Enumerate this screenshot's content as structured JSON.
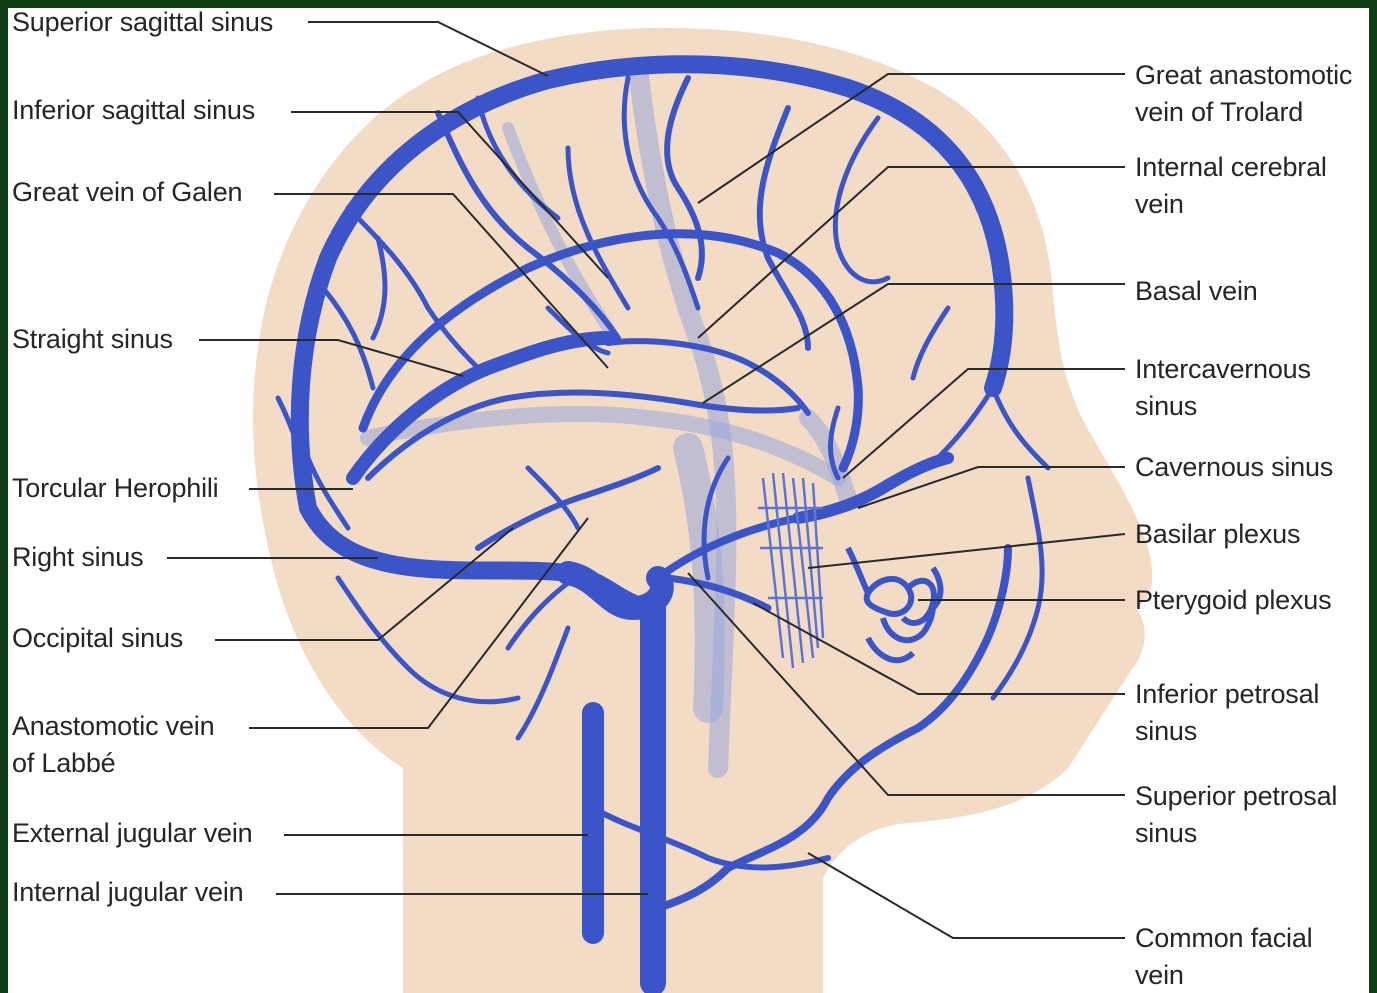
{
  "left_labels": [
    {
      "id": "superior-sagittal-sinus",
      "text": "Superior sagittal sinus"
    },
    {
      "id": "inferior-sagittal-sinus",
      "text": "Inferior sagittal sinus"
    },
    {
      "id": "great-vein-of-galen",
      "text": "Great vein of Galen"
    },
    {
      "id": "straight-sinus",
      "text": "Straight sinus"
    },
    {
      "id": "torcular-herophili",
      "text": "Torcular Herophili"
    },
    {
      "id": "right-sinus",
      "text": "Right sinus"
    },
    {
      "id": "occipital-sinus",
      "text": "Occipital sinus"
    },
    {
      "id": "anastomotic-vein-of-labbe",
      "text": "Anastomotic vein\nof Labbé"
    },
    {
      "id": "external-jugular-vein",
      "text": "External jugular vein"
    },
    {
      "id": "internal-jugular-vein",
      "text": "Internal jugular vein"
    }
  ],
  "right_labels": [
    {
      "id": "great-anastomotic-vein-of-trolard",
      "text": "Great anastomotic\nvein of Trolard"
    },
    {
      "id": "internal-cerebral-vein",
      "text": "Internal cerebral\nvein"
    },
    {
      "id": "basal-vein",
      "text": "Basal vein"
    },
    {
      "id": "intercavernous-sinus",
      "text": "Intercavernous\nsinus"
    },
    {
      "id": "cavernous-sinus",
      "text": "Cavernous sinus"
    },
    {
      "id": "basilar-plexus",
      "text": "Basilar plexus"
    },
    {
      "id": "pterygoid-plexus",
      "text": "Pterygoid plexus"
    },
    {
      "id": "inferior-petrosal-sinus",
      "text": "Inferior petrosal\nsinus"
    },
    {
      "id": "superior-petrosal-sinus",
      "text": "Superior petrosal\nsinus"
    },
    {
      "id": "common-facial-vein",
      "text": "Common facial\nvein"
    }
  ],
  "colors": {
    "background_border": "#0f3d14",
    "skin": "#f2dcc6",
    "vein": "#3b55c9",
    "leader_line": "#2a2a2a"
  }
}
